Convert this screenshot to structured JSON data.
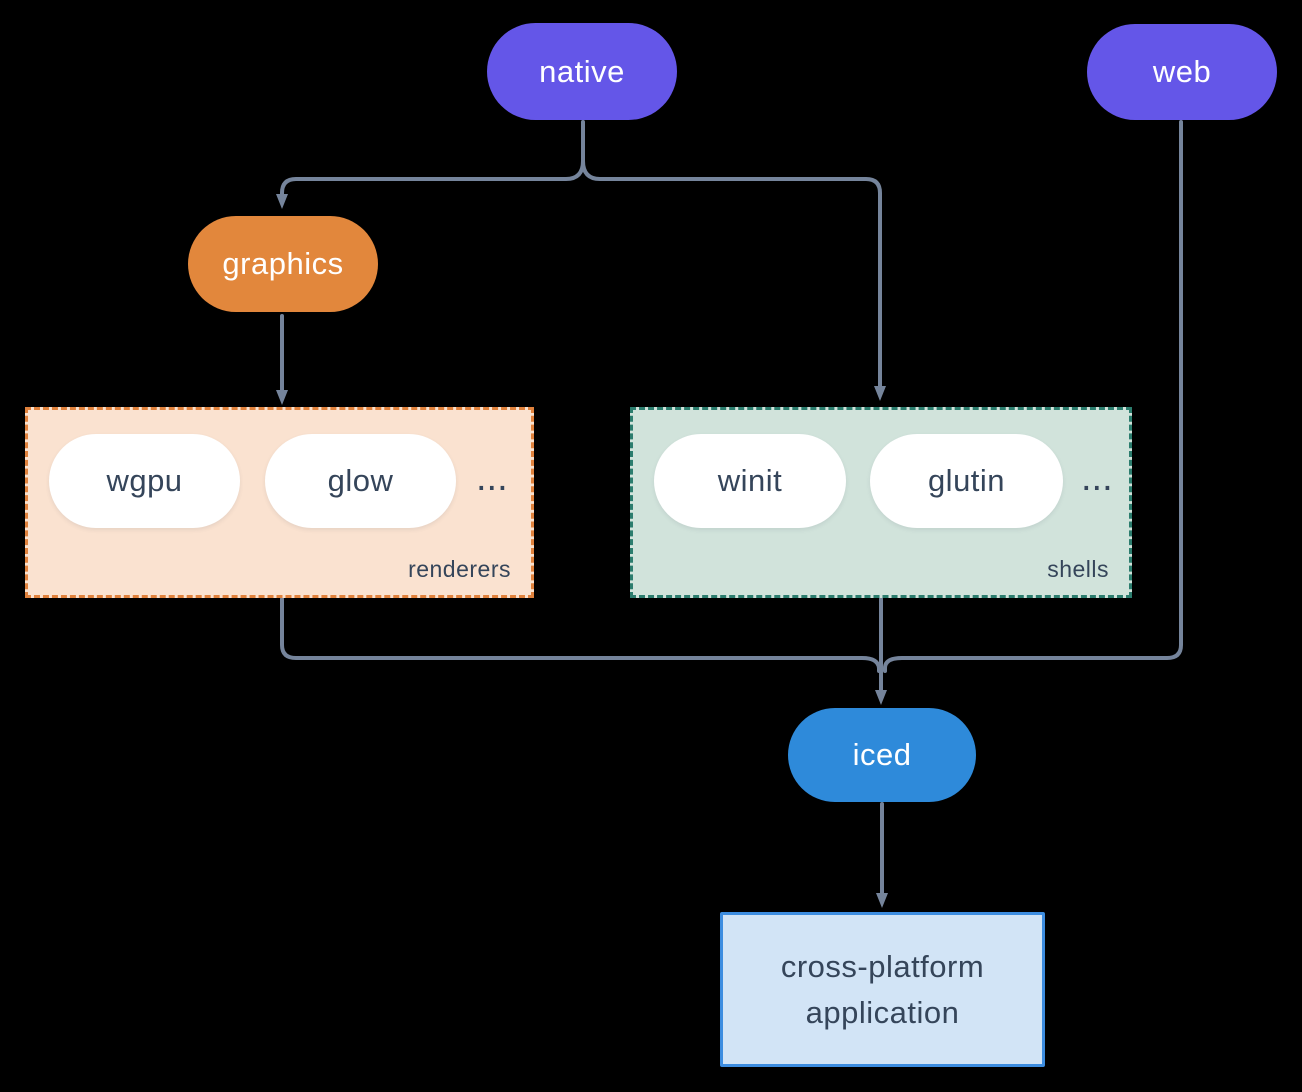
{
  "diagram": {
    "background": "#000000",
    "connector_color": "#75849b",
    "nodes": {
      "native": {
        "label": "native",
        "fill": "#6456e8",
        "text_color": "#ffffff"
      },
      "web": {
        "label": "web",
        "fill": "#6456e8",
        "text_color": "#ffffff"
      },
      "graphics": {
        "label": "graphics",
        "fill": "#e2873c",
        "text_color": "#ffffff"
      },
      "iced": {
        "label": "iced",
        "fill": "#2e8ada",
        "text_color": "#ffffff"
      },
      "application": {
        "line1": "cross-platform",
        "line2": "application",
        "fill": "#d2e4f6",
        "border_color": "#3d8de0",
        "text_color": "#35455a"
      }
    },
    "groups": {
      "renderers": {
        "label": "renderers",
        "fill": "#fae2d0",
        "border_color": "#e0823d",
        "items": [
          "wgpu",
          "glow"
        ],
        "ellipsis": "...",
        "text_color": "#35455a"
      },
      "shells": {
        "label": "shells",
        "fill": "#d1e3db",
        "border_color": "#2c7d6e",
        "items": [
          "winit",
          "glutin"
        ],
        "ellipsis": "...",
        "text_color": "#35455a"
      }
    },
    "edges": [
      {
        "from": "native",
        "to": "graphics"
      },
      {
        "from": "native",
        "to": "shells"
      },
      {
        "from": "graphics",
        "to": "renderers"
      },
      {
        "from": "renderers",
        "to": "iced"
      },
      {
        "from": "shells",
        "to": "iced"
      },
      {
        "from": "web",
        "to": "iced"
      },
      {
        "from": "iced",
        "to": "application"
      }
    ]
  }
}
